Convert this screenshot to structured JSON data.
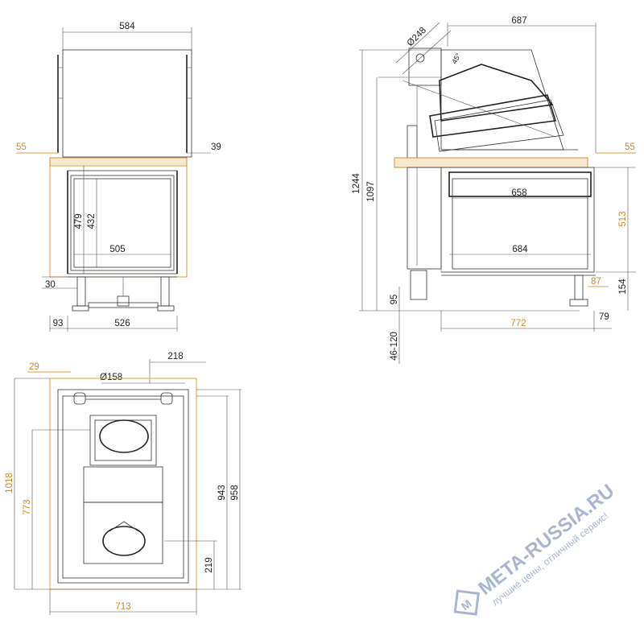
{
  "colors": {
    "line": "#333333",
    "accent_orange": "#d08a22",
    "watermark": "#aab6cf"
  },
  "front_view": {
    "top_width": "584",
    "left_offset": "55",
    "right_offset": "39",
    "height_outer": "479",
    "height_inner": "432",
    "inner_width": "505",
    "foot_height": "30",
    "foot_offset": "93",
    "base_width": "526"
  },
  "side_view": {
    "flue_diameter": "Ø248",
    "top_depth": "687",
    "angle": "45°",
    "total_height": "1244",
    "height_to_top": "1097",
    "right_offset": "55",
    "glass_width": "658",
    "firebox_width": "684",
    "side_height": "513",
    "bottom_right": "87",
    "leg_height": "154",
    "left_small": "95",
    "leg_range": "46-120",
    "base_depth": "772",
    "base_right": "79"
  },
  "plan_view": {
    "top_right": "218",
    "top_left": "29",
    "flue_diameter": "Ø158",
    "total_height": "1018",
    "inner_height": "773",
    "right_h1": "943",
    "right_h2": "958",
    "bottom_gap": "219",
    "total_width": "713"
  },
  "watermark": {
    "brand": "META-RUSSIA.RU",
    "slogan": "лучшие цены, отличный сервис!"
  }
}
